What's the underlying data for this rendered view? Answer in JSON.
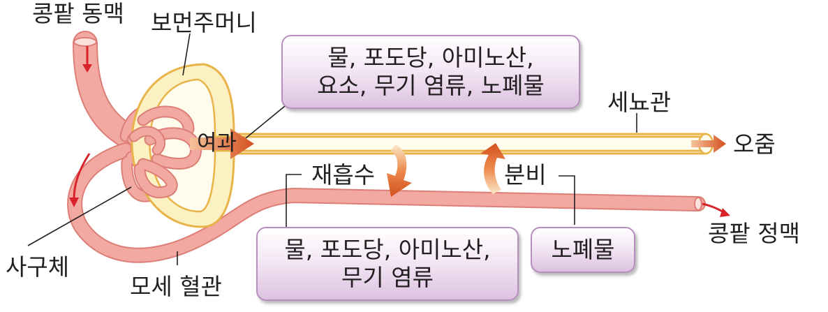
{
  "labels": {
    "renal_artery": "콩팥 동맥",
    "bowmans_capsule": "보먼주머니",
    "tubule": "세뇨관",
    "filtration": "여과",
    "urine": "오줌",
    "reabsorption": "재흡수",
    "secretion": "분비",
    "renal_vein": "콩팥 정맥",
    "glomerulus": "사구체",
    "capillary": "모세 혈관"
  },
  "boxes": {
    "filtrate": {
      "line1": "물, 포도당, 아미노산,",
      "line2": "요소, 무기 염류, 노폐물"
    },
    "reabsorbed": {
      "line1": "물, 포도당, 아미노산,",
      "line2": "무기 염류"
    },
    "secreted": {
      "line1": "노폐물"
    }
  },
  "colors": {
    "vessel_fill": "#f2a9a2",
    "vessel_edge": "#dc7e76",
    "tubule_fill": "#fbf1c3",
    "tubule_edge": "#e8b348",
    "box_border": "#b78fbe",
    "arrow": "#d65a26",
    "flow_arrow": "#d9232a"
  }
}
